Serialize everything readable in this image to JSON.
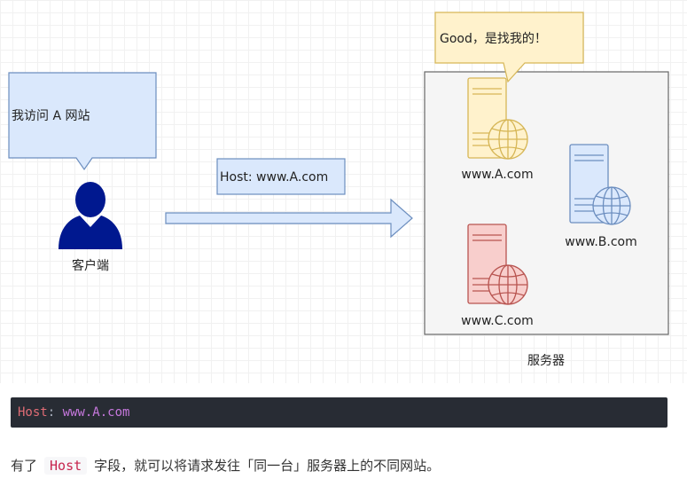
{
  "diagram": {
    "client_bubble": "我访问 A 网站",
    "client_label": "客户端",
    "request_label": "Host: www.A.com",
    "server_bubble": "Good，是找我的！",
    "server_group_label": "服务器",
    "servers": [
      {
        "name": "www.A.com",
        "color": "#fff2cc",
        "stroke": "#d6b656"
      },
      {
        "name": "www.B.com",
        "color": "#dae8fc",
        "stroke": "#6c8ebf"
      },
      {
        "name": "www.C.com",
        "color": "#f8cecc",
        "stroke": "#b85450"
      }
    ],
    "colors": {
      "bubble_blue_fill": "#dae8fc",
      "bubble_blue_stroke": "#6c8ebf",
      "bubble_yellow_fill": "#fff2cc",
      "bubble_yellow_stroke": "#d6b656",
      "user_icon": "#00188f",
      "server_group_fill": "#f5f5f5",
      "server_group_stroke": "#666666"
    }
  },
  "code": {
    "key": "Host",
    "separator": ": ",
    "value": "www.A.com"
  },
  "caption": {
    "before": "有了",
    "code": "Host",
    "after": "字段，就可以将请求发往「同一台」服务器上的不同网站。"
  }
}
